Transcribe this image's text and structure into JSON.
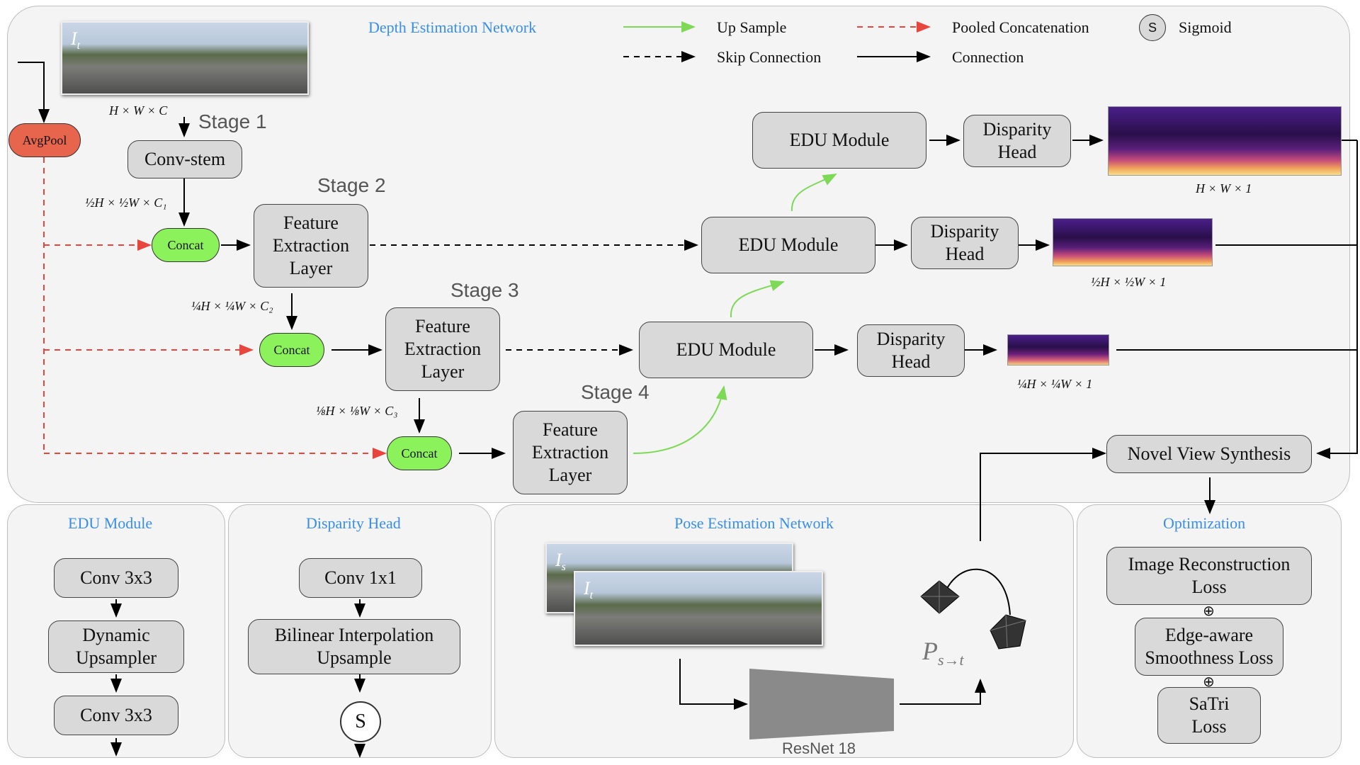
{
  "panels": {
    "depth_title": "Depth Estimation Network",
    "edu_title": "EDU Module",
    "disp_title": "Disparity Head",
    "pose_title": "Pose Estimation Network",
    "opt_title": "Optimization"
  },
  "legend": {
    "up_sample": "Up Sample",
    "skip": "Skip Connection",
    "pooled": "Pooled Concatenation",
    "connection": "Connection",
    "sigmoid_symbol": "S",
    "sigmoid": "Sigmoid"
  },
  "colors": {
    "title_blue": "#3a8ee6",
    "concat_green": "#8cf25c",
    "avgpool_red": "#e7654c",
    "upsample_green": "#7ed957",
    "pooled_red": "#e8453c"
  },
  "input": {
    "label": "I",
    "sub": "t",
    "dims": "H × W × C"
  },
  "avgpool": "AvgPool",
  "stages": {
    "s1": "Stage 1",
    "s2": "Stage 2",
    "s3": "Stage 3",
    "s4": "Stage 4"
  },
  "conv_stem": "Conv-stem",
  "dims": {
    "d1": "½H × ½W × C₁",
    "d2": "¼H × ¼W × C₂",
    "d3": "⅛H × ⅛W × C₃"
  },
  "concat": "Concat",
  "fel": "Feature\nExtraction\nLayer",
  "edu": "EDU Module",
  "disparity_head": "Disparity\nHead",
  "outputs": {
    "o1": "H × W × 1",
    "o2": "½H × ½W × 1",
    "o3": "¼H × ¼W × 1"
  },
  "nvs": "Novel View Synthesis",
  "edu_detail": {
    "conv_a": "Conv 3x3",
    "dyn": "Dynamic\nUpsampler",
    "conv_b": "Conv 3x3"
  },
  "disp_detail": {
    "conv": "Conv 1x1",
    "bilinear": "Bilinear Interpolation\nUpsample",
    "sig": "S"
  },
  "pose": {
    "is_label": "I",
    "is_sub": "s",
    "it_label": "I",
    "it_sub": "t",
    "resnet": "ResNet 18",
    "pose_label": "P",
    "pose_sub": "s→t"
  },
  "optimization": {
    "loss1": "Image Reconstruction\nLoss",
    "loss2": "Edge-aware\nSmoothness Loss",
    "loss3": "SaTri\nLoss",
    "plus": "⊕"
  }
}
